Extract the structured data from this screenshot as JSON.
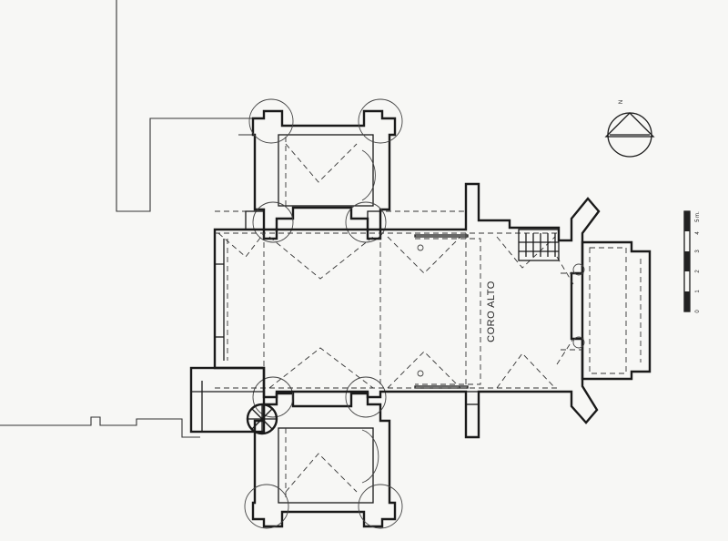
{
  "plan": {
    "room_label": "CORO ALTO",
    "north_label": "N",
    "scale": {
      "unit_label": "5 m.",
      "ticks": [
        "0",
        "1",
        "2",
        "3",
        "4"
      ]
    }
  }
}
